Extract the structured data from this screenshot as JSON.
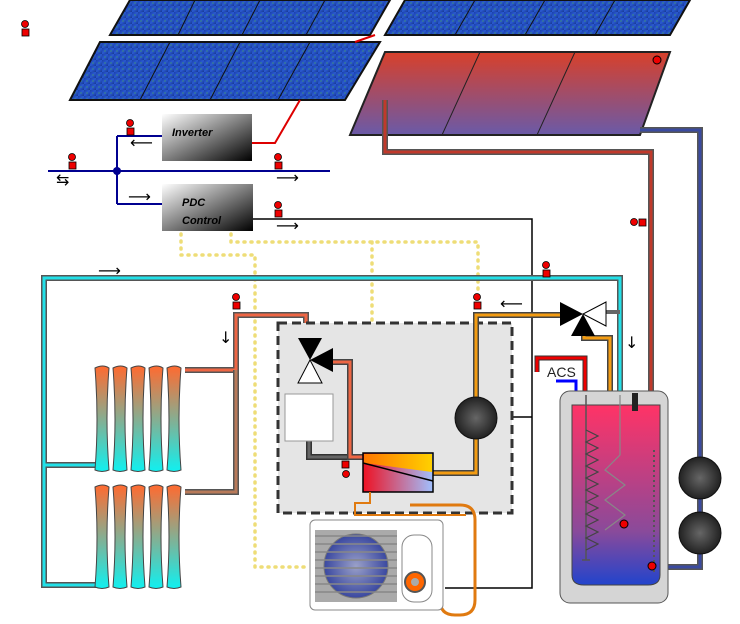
{
  "labels": {
    "inverter": "Inverter",
    "pdc_line1": "PDC",
    "pdc_line2": "Control",
    "acs": "ACS"
  },
  "arrows": {
    "right": "⟶",
    "left": "⟵",
    "down": "↓",
    "both": "⇆"
  },
  "colors": {
    "electric_bus": "#000090",
    "hot_pipe": "#c0392b",
    "cold_pipe": "#3a4aa0",
    "heating_loop": "#22e0e8",
    "heat_pump_pipe": "#f39c12",
    "sensor": "#ee0000",
    "control_signal": "#eedd77"
  }
}
